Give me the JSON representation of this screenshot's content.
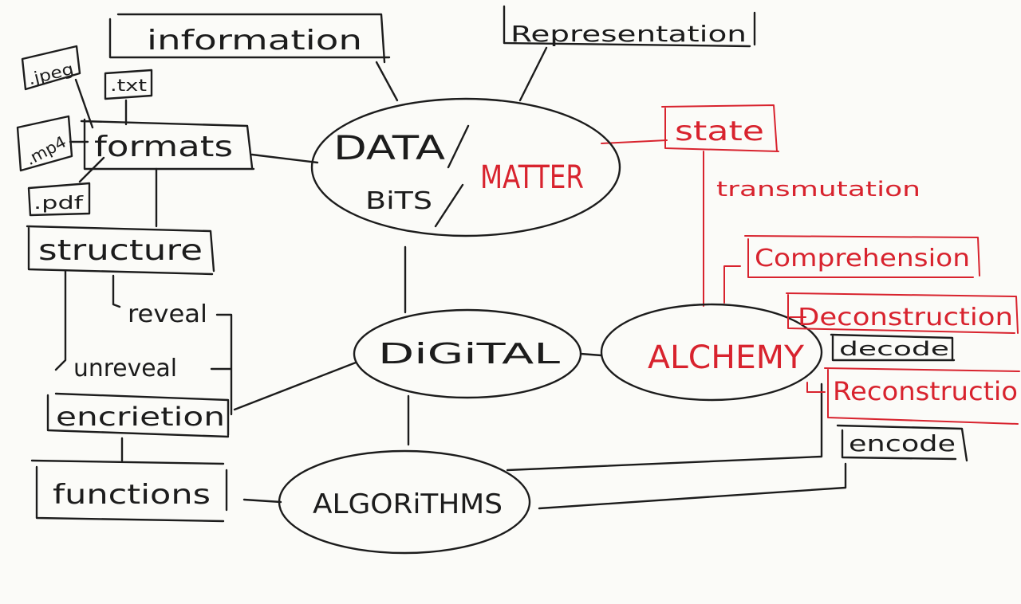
{
  "colors": {
    "ink": "#1c1c1c",
    "accent": "#d8232e",
    "paper": "#fbfbf8"
  },
  "nodes": {
    "data": "DATA",
    "bits": "BiTS",
    "matter": "MATTER",
    "digital": "DiGiTAL",
    "alchemy": "ALCHEMY",
    "algorithms": "ALGORiTHMS"
  },
  "boxes": {
    "information": "information",
    "representation": "Representation",
    "formats": "formats",
    "structure": "structure",
    "encription": "encrietion",
    "functions": "functions",
    "state": "state",
    "comprehension": "Comprehension",
    "deconstruction": "Deconstruction",
    "decode": "decode",
    "reconstruction": "Reconstructio",
    "encode": "encode",
    "jpeg": ".jpeg",
    "txt": ".txt",
    "mp4": ".mp4",
    "pdf": ".pdf"
  },
  "labels": {
    "reveal": "reveal",
    "unreveal": "unreveal",
    "transmutation": "transmutation"
  }
}
